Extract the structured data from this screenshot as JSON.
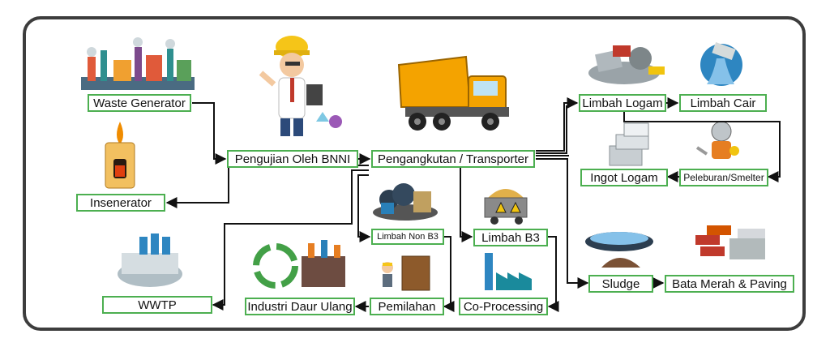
{
  "nodes": {
    "waste_generator": "Waste Generator",
    "pengujian": "Pengujian Oleh BNNI",
    "pengangkutan": "Pengangkutan / Transporter",
    "limbah_logam": "Limbah Logam",
    "limbah_cair": "Limbah Cair",
    "ingot_logam": "Ingot Logam",
    "peleburan": "Peleburan/Smelter",
    "insenerator": "Insenerator",
    "limbah_non_b3": "Limbah Non B3",
    "limbah_b3": "Limbah B3",
    "wwtp": "WWTP",
    "industri_daur_ulang": "Industri Daur Ulang",
    "pemilahan": "Pemilahan",
    "co_processing": "Co-Processing",
    "sludge": "Sludge",
    "bata_merah": "Bata Merah & Paving"
  },
  "icons": {
    "factory": "factory-icon",
    "engineer": "engineer-icon",
    "truck": "dump-truck-icon",
    "furnace": "furnace-icon",
    "scrap_metal": "scrap-metal-icon",
    "liquid_waste": "liquid-waste-pipe-icon",
    "ingots": "metal-ingot-icon",
    "smelter_worker": "smelter-worker-icon",
    "garbage": "garbage-pile-icon",
    "b3_cart": "hazard-cart-icon",
    "water_plant": "water-treatment-plant-icon",
    "recycling": "recycling-factory-icon",
    "sorting": "sorting-worker-icon",
    "cement_plant": "cement-plant-icon",
    "sludge_tank": "sludge-tank-icon",
    "bricks": "bricks-paving-icon"
  },
  "colors": {
    "box_border": "#4caf50",
    "connector": "#111111",
    "frame": "#3d3d3d"
  }
}
